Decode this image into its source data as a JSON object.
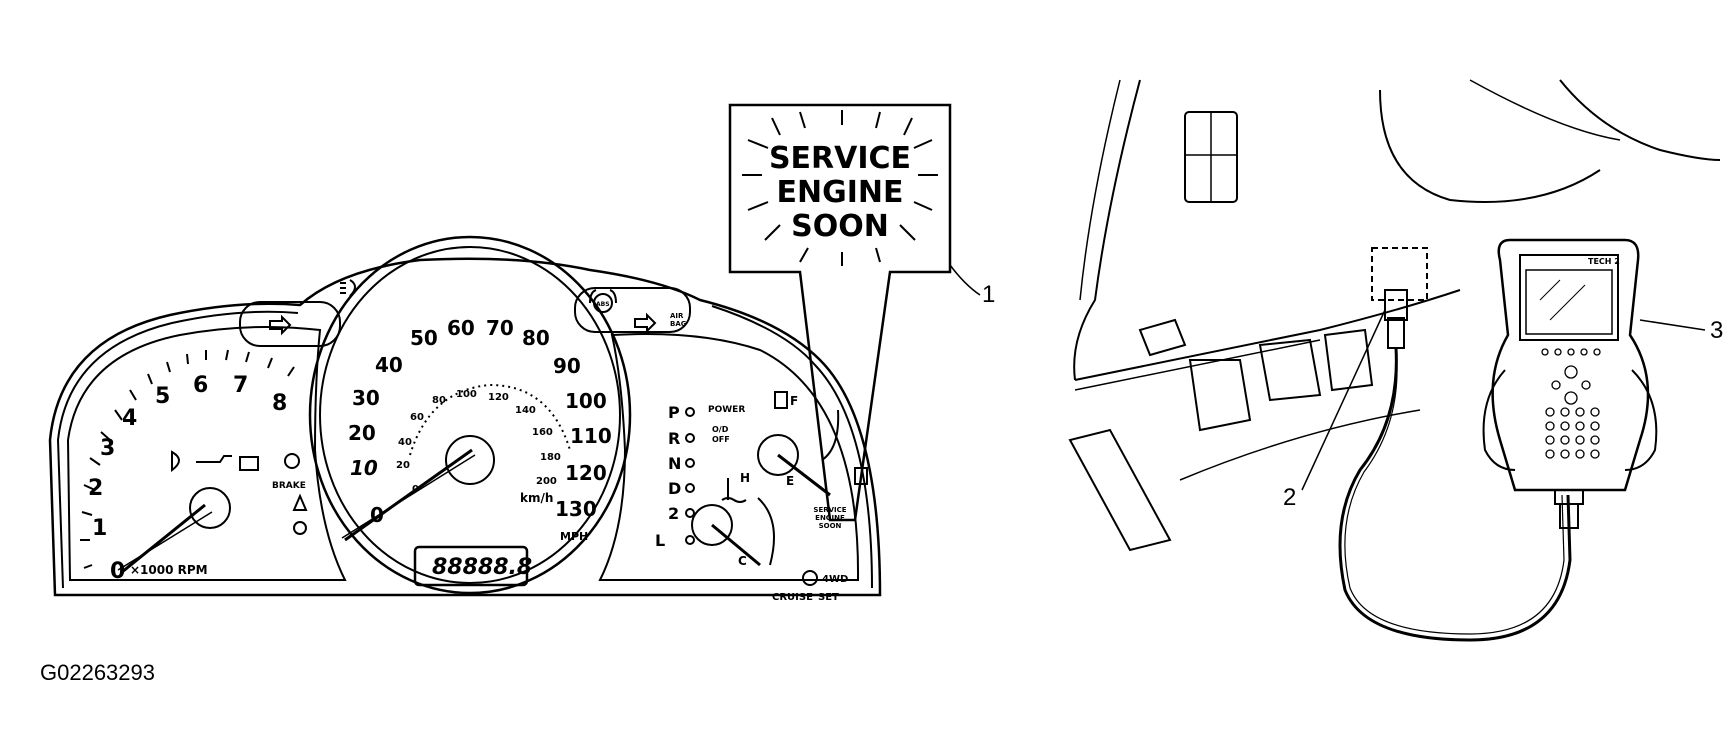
{
  "figure_id": "G02263293",
  "callouts": {
    "c1": "1",
    "c2": "2",
    "c3": "3"
  },
  "warning_box": {
    "line1": "SERVICE",
    "line2": "ENGINE",
    "line3": "SOON"
  },
  "cluster": {
    "tach": {
      "ticks": [
        "0",
        "1",
        "2",
        "3",
        "4",
        "5",
        "6",
        "7",
        "8"
      ],
      "unit": "×1000 RPM",
      "brake_label": "BRAKE"
    },
    "speedo": {
      "mph_ticks": [
        "0",
        "10",
        "20",
        "30",
        "40",
        "50",
        "60",
        "70",
        "80",
        "90",
        "100",
        "110",
        "120",
        "130"
      ],
      "kmh_ticks": [
        "0",
        "20",
        "40",
        "60",
        "80",
        "100",
        "120",
        "140",
        "160",
        "180",
        "200"
      ],
      "mph_unit": "MPH",
      "kmh_unit": "km/h",
      "odometer": "88888.8"
    },
    "right": {
      "gears": [
        "P",
        "R",
        "N",
        "D",
        "2",
        "L"
      ],
      "power_label": "POWER",
      "od_label": "O/D",
      "od_off_label": "OFF",
      "fuel_full": "F",
      "fuel_empty": "E",
      "temp_hot": "H",
      "temp_cold": "C",
      "sel_small_1": "SERVICE",
      "sel_small_2": "ENGINE",
      "sel_small_3": "SOON",
      "fourwd_label": "4WD",
      "cruise_label": "CRUISE",
      "set_label": "SET",
      "airbag_1": "AIR",
      "airbag_2": "BAG",
      "abs_label": "ABS"
    }
  },
  "scanner": {
    "brand": "TECH 2"
  }
}
